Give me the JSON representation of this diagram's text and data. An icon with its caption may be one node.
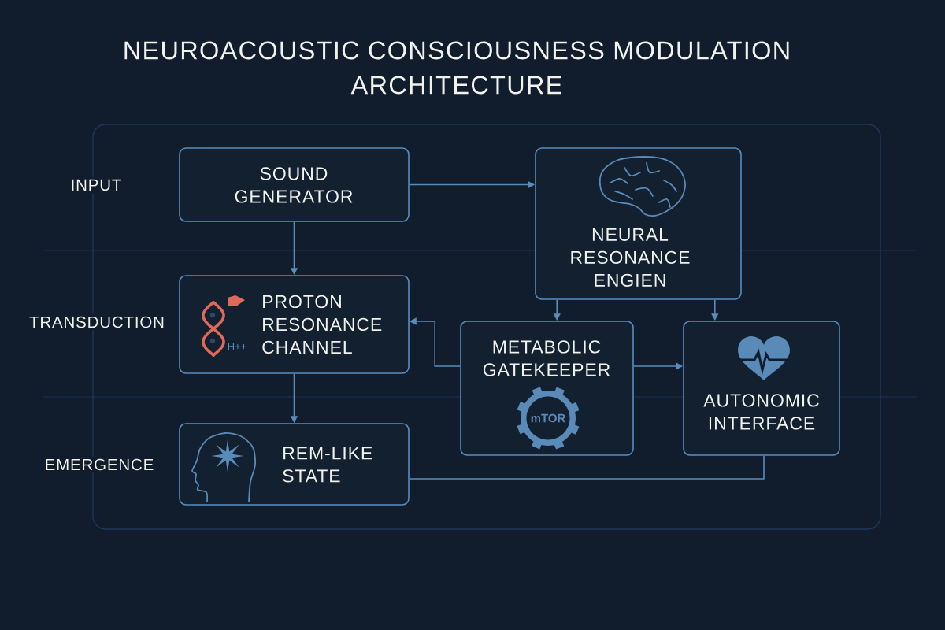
{
  "diagram": {
    "title": "NEUROACOUSTIC CONSCIOUSNESS MODULATION ARCHITECTURE",
    "nodes": [
      {
        "text": [
          "SOUND GENERATOR"
        ]
      },
      {
        "text": [
          "NEURAL RESONANCE ENGIEN"
        ]
      },
      {
        "text": [
          "H++",
          "PROTON RESONANCE CHANNEL"
        ]
      },
      {
        "text": [
          "METABOLIC GATEKEEPER",
          "mTOR"
        ]
      },
      {
        "text": [
          "AUTONOMIC INTERFACE"
        ]
      },
      {
        "text": [
          "REM-LIKE STATE"
        ]
      }
    ],
    "edges": [
      {
        "from": 0,
        "to": 1,
        "arrow": "to"
      },
      {
        "from": 0,
        "to": 2,
        "arrow": "to"
      },
      {
        "from": 1,
        "to": 3,
        "arrow": "to"
      },
      {
        "from": 1,
        "to": 4,
        "arrow": "to"
      },
      {
        "from": 3,
        "to": 2,
        "arrow": "to"
      },
      {
        "from": 3,
        "to": 4,
        "arrow": "to"
      },
      {
        "from": 2,
        "to": 5,
        "arrow": "to"
      },
      {
        "from": 4,
        "to": 5,
        "arrow": "none"
      }
    ],
    "labels": [
      "INPUT",
      "TRANSDUCTION",
      "EMERGENCE"
    ]
  }
}
